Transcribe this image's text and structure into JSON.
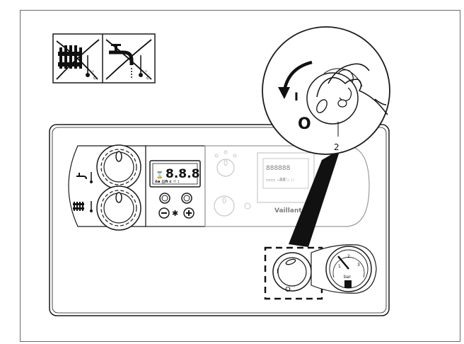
{
  "callout": {
    "label_on": "I",
    "label_off": "O",
    "label_number": "2"
  },
  "switch": {
    "label_on": "I",
    "label_off": "O"
  },
  "gauge": {
    "unit": "bar",
    "ticks": [
      "1",
      "2",
      "3"
    ]
  },
  "display": {
    "digits": "8.8.8",
    "brand": "Vaillant"
  },
  "icons": {
    "no_heating": "radiator-crossed-icon",
    "no_hot_water": "tap-crossed-icon"
  },
  "colors": {
    "line": "#1a1a1a",
    "grey": "#9a9a9a",
    "light": "#cfcfcf"
  }
}
